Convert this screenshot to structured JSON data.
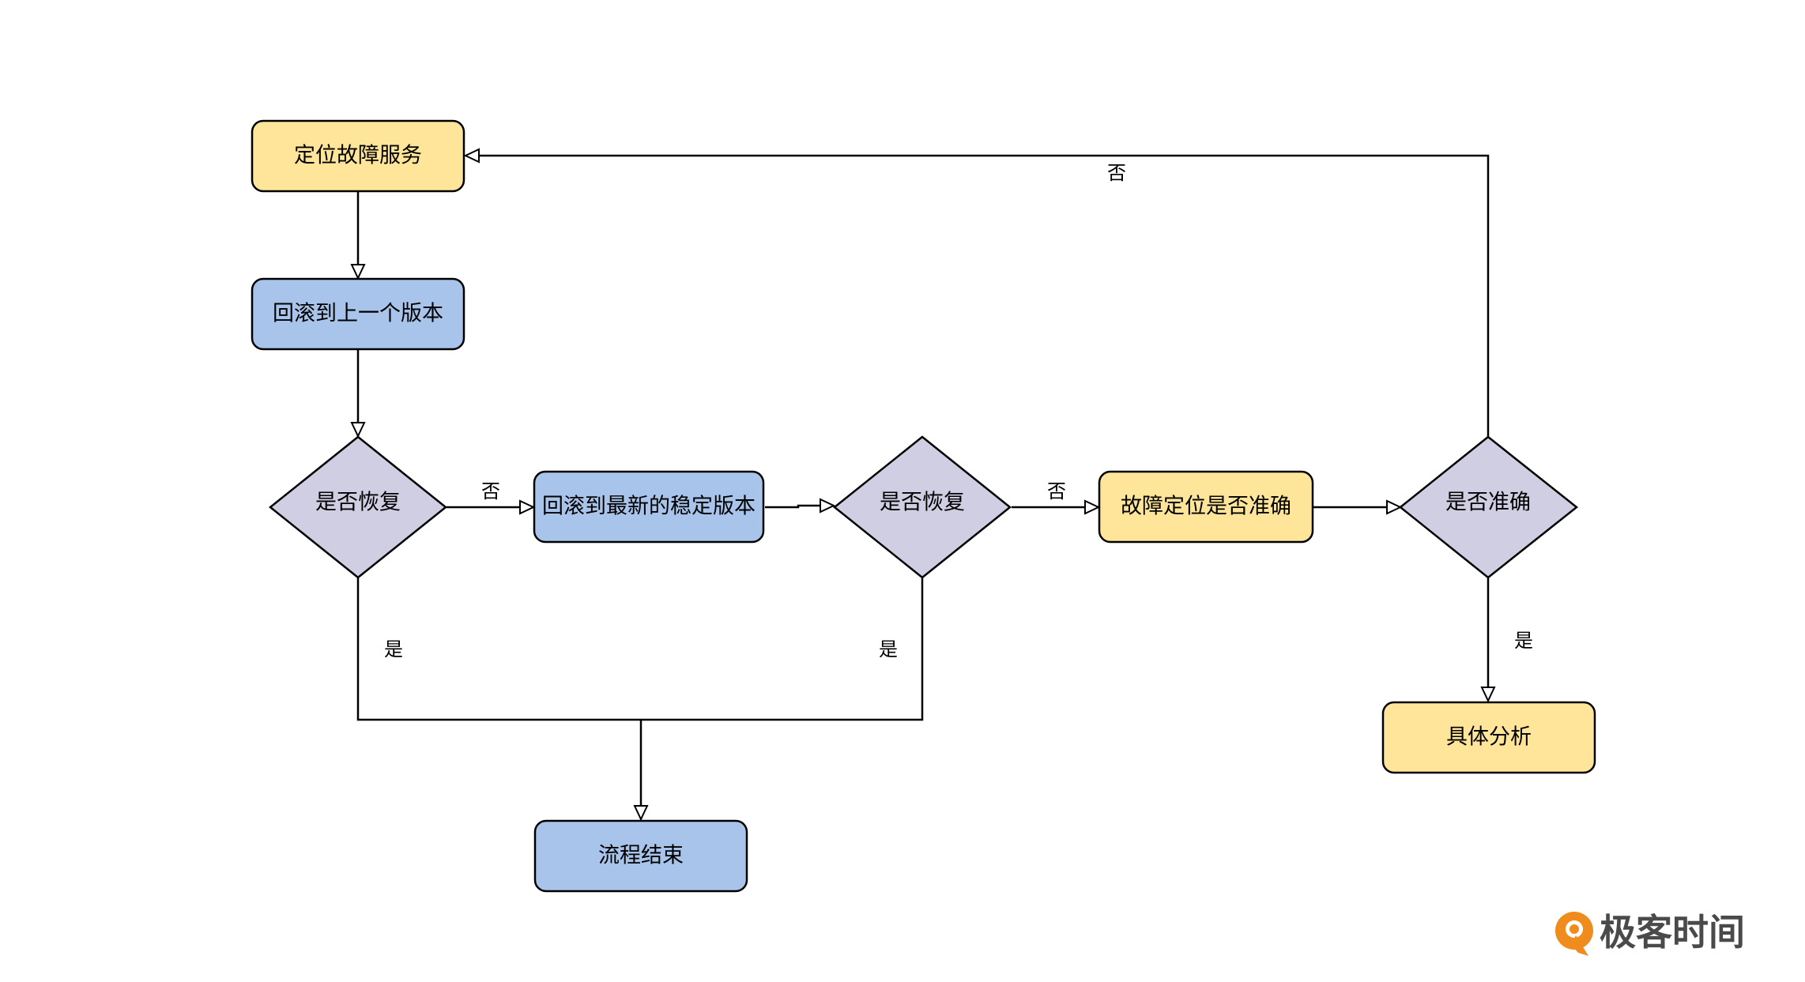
{
  "colors": {
    "yellow_fill": "#ffe599",
    "blue_fill": "#a9c4eb",
    "diamond_fill": "#d0cee2",
    "stroke": "#000000",
    "logo_orange": "#f08b1d",
    "logo_text": "#4a4a4a"
  },
  "nodes": {
    "locate_service": "定位故障服务",
    "rollback_prev": "回滚到上一个版本",
    "recovered_1": "是否恢复",
    "rollback_stable": "回滚到最新的稳定版本",
    "recovered_2": "是否恢复",
    "locate_accurate": "故障定位是否准确",
    "accurate": "是否准确",
    "end": "流程结束",
    "analysis": "具体分析"
  },
  "edge_labels": {
    "no_1": "否",
    "no_2": "否",
    "no_3": "否",
    "yes_1": "是",
    "yes_2": "是",
    "yes_3": "是"
  },
  "logo": {
    "text": "极客时间",
    "icon": "geektime-logo-icon"
  }
}
